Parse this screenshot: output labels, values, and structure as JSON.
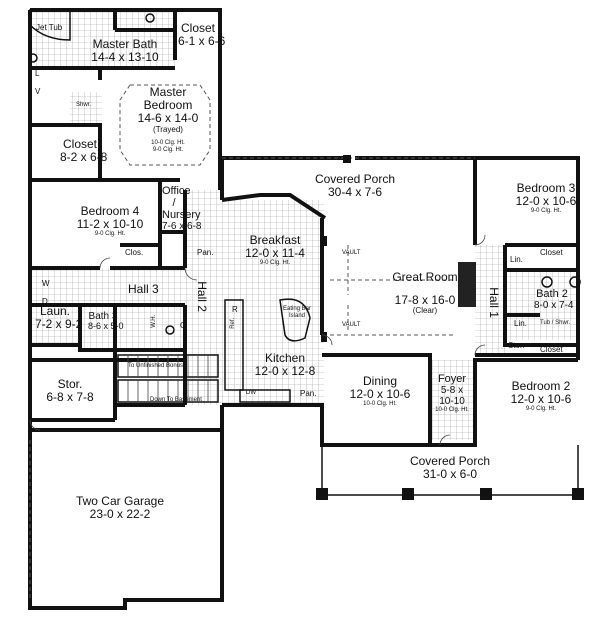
{
  "rooms": {
    "closet_top": {
      "name": "Closet",
      "dims": "6-1 x 6-6"
    },
    "master_bath": {
      "name": "Master Bath",
      "dims": "14-4 x 13-10"
    },
    "jet_tub": {
      "name": "Jet Tub"
    },
    "master_bedroom": {
      "name": "Master\nBedroom",
      "dims": "14-6 x 14-0",
      "note": "(Trayed)",
      "ceil1": "10-0 Clg. Ht.",
      "ceil2": "9-0 Clg. Ht."
    },
    "shwr": {
      "name": "Shwr."
    },
    "closet_mb": {
      "name": "Closet",
      "dims": "8-2 x 6-8"
    },
    "covered_porch_rear": {
      "name": "Covered Porch",
      "dims": "30-4 x 7-6"
    },
    "bedroom4": {
      "name": "Bedroom 4",
      "dims": "11-2 x 10-10",
      "ceil": "9-0 Clg. Ht."
    },
    "office": {
      "name": "Office /\nNursery",
      "dims": "7-6 x 6-8"
    },
    "clos_small": {
      "name": "Clos."
    },
    "pan_top": {
      "name": "Pan."
    },
    "breakfast": {
      "name": "Breakfast",
      "dims": "12-0 x 11-4",
      "ceil": "9-0 Clg. Ht."
    },
    "great_room": {
      "name": "Great Room",
      "dims": "17-8 x 16-0",
      "note": "(Clear)"
    },
    "vault_top": {
      "name": "VAULT"
    },
    "vault_bottom": {
      "name": "VAULT"
    },
    "hall3": {
      "name": "Hall 3"
    },
    "hall2": {
      "name": "Hall 2"
    },
    "hall1": {
      "name": "Hall 1"
    },
    "laun": {
      "name": "Laun.",
      "dims": "7-2 x 9-2"
    },
    "bath3": {
      "name": "Bath 3",
      "dims": "8-6 x 5-0"
    },
    "eating_bar": {
      "name": "Eating Bar\nIsland"
    },
    "kitchen": {
      "name": "Kitchen",
      "dims": "12-0 x 12-8"
    },
    "pan_kitchen": {
      "name": "Pan."
    },
    "bedroom3": {
      "name": "Bedroom 3",
      "dims": "12-0 x 10-6",
      "ceil": "9-0 Clg. Ht."
    },
    "closet_b3": {
      "name": "Closet"
    },
    "lin_top": {
      "name": "Lin."
    },
    "bath2": {
      "name": "Bath 2",
      "dims": "8-0 x 7-4"
    },
    "tub_shwr": {
      "name": "Tub / Shwr."
    },
    "lin_bottom": {
      "name": "Lin."
    },
    "stor_small": {
      "name": "Stor."
    },
    "closet_b2": {
      "name": "Closet"
    },
    "stor": {
      "name": "Stor.",
      "dims": "6-8 x 7-8"
    },
    "to_bonus": {
      "name": "To Unfinished Bonus"
    },
    "to_basement": {
      "name": "Down To Basement"
    },
    "dining": {
      "name": "Dining",
      "dims": "12-0 x 10-6",
      "ceil": "10-0 Clg. Ht."
    },
    "foyer": {
      "name": "Foyer",
      "dims": "5-8 x\n10-10",
      "ceil": "10-0 Clg. Ht."
    },
    "bedroom2": {
      "name": "Bedroom 2",
      "dims": "12-0 x 10-6",
      "ceil": "9-0 Clg. Ht."
    },
    "covered_porch_front": {
      "name": "Covered Porch",
      "dims": "31-0 x 6-0"
    },
    "garage": {
      "name": "Two Car Garage",
      "dims": "23-0 x 22-2"
    }
  },
  "fixtures": {
    "w": "W",
    "d": "D",
    "l": "L",
    "v": "V",
    "r": "R",
    "c": "C",
    "dw": "DW",
    "ref": "Ref.",
    "wh": "W.H."
  }
}
